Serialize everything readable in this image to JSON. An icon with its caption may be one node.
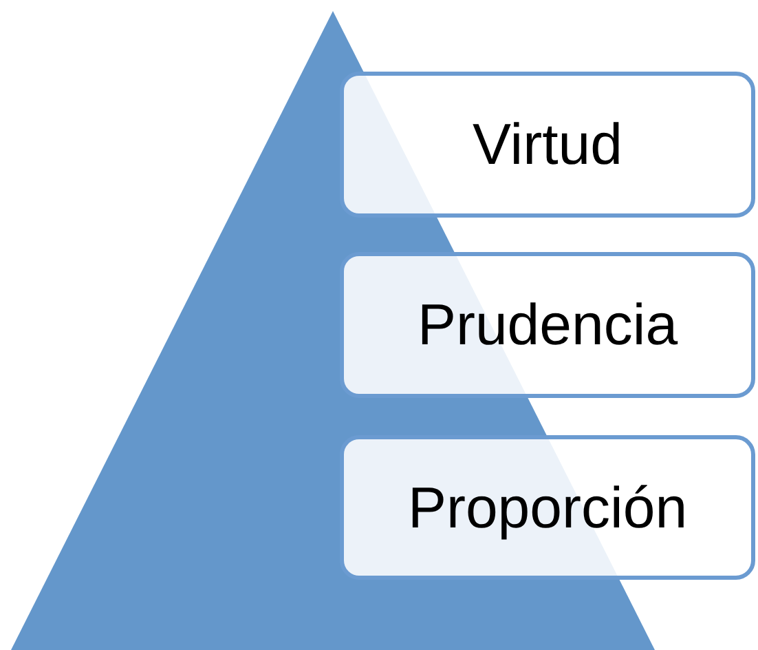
{
  "diagram": {
    "nodes": [
      {
        "text": [
          "Virtud"
        ]
      },
      {
        "text": [
          "Prudencia"
        ]
      },
      {
        "text": [
          "Proporción"
        ]
      }
    ]
  }
}
